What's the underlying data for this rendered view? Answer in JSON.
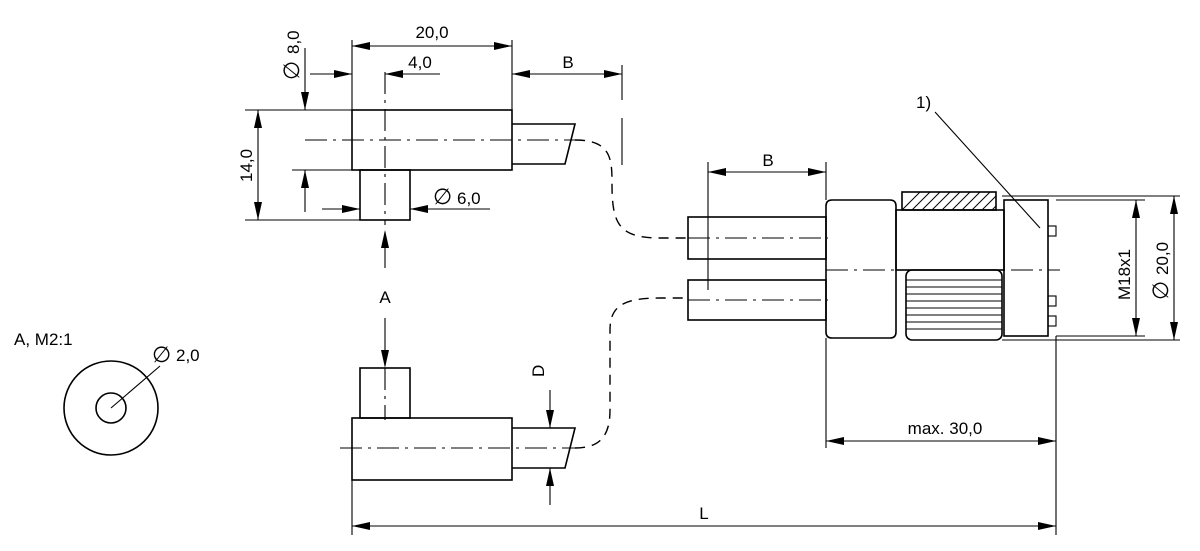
{
  "labels": {
    "dim_width_20": "20,0",
    "dim_width_4": "4,0",
    "dim_diameter_8": "8,0",
    "dim_height_14": "14,0",
    "dim_diameter_6": "6,0",
    "dim_b_top": "B",
    "dim_b_right": "B",
    "view_arrow": "A",
    "dim_d": "D",
    "detail_title": "A, M2:1",
    "dim_diameter_2": "2,0",
    "callout_1": "1)",
    "dim_thread": "M18x1",
    "dim_diameter_20": "20,0",
    "dim_max_30": "max. 30,0",
    "dim_length": "L"
  },
  "symbols": {
    "diameter": "∅"
  }
}
